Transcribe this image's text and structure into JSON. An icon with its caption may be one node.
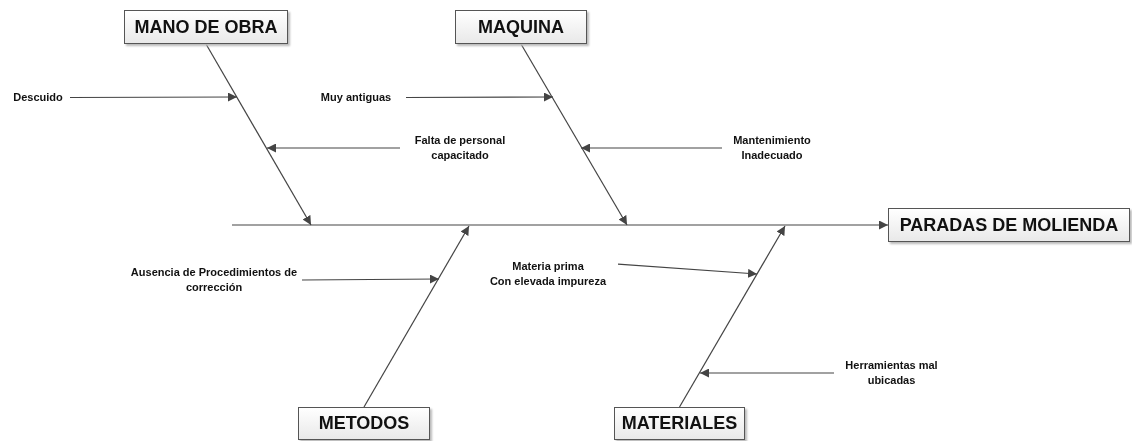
{
  "diagram": {
    "nodes": [
      {
        "text": [
          "MANO DE OBRA"
        ]
      },
      {
        "text": [
          "MAQUINA"
        ]
      },
      {
        "text": [
          "PARADAS DE MOLIENDA"
        ]
      },
      {
        "text": [
          "METODOS"
        ]
      },
      {
        "text": [
          "MATERIALES"
        ]
      },
      {
        "text": [
          "Descuido"
        ]
      },
      {
        "text": [
          "Muy antiguas"
        ]
      },
      {
        "text": [
          "Falta de personal capacitado"
        ]
      },
      {
        "text": [
          "Mantenimiento Inadecuado"
        ]
      },
      {
        "text": [
          "Ausencia de Procedimientos de corrección"
        ]
      },
      {
        "text": [
          "Materia prima",
          "Con elevada impureza"
        ]
      },
      {
        "text": [
          "Herramientas mal ubicadas"
        ]
      }
    ],
    "edges": [
      {
        "from": null,
        "to": 2,
        "arrow": "to"
      },
      {
        "from": 0,
        "to": null,
        "arrow": "to"
      },
      {
        "from": 1,
        "to": null,
        "arrow": "to"
      },
      {
        "from": 3,
        "to": null,
        "arrow": "to"
      },
      {
        "from": 4,
        "to": null,
        "arrow": "to"
      },
      {
        "from": 5,
        "to": null,
        "arrow": "to"
      },
      {
        "from": 6,
        "to": null,
        "arrow": "to"
      },
      {
        "from": 7,
        "to": null,
        "arrow": "to"
      },
      {
        "from": 8,
        "to": null,
        "arrow": "to"
      },
      {
        "from": 9,
        "to": null,
        "arrow": "to"
      },
      {
        "from": 10,
        "to": null,
        "arrow": "to"
      },
      {
        "from": 11,
        "to": null,
        "arrow": "to"
      }
    ]
  }
}
